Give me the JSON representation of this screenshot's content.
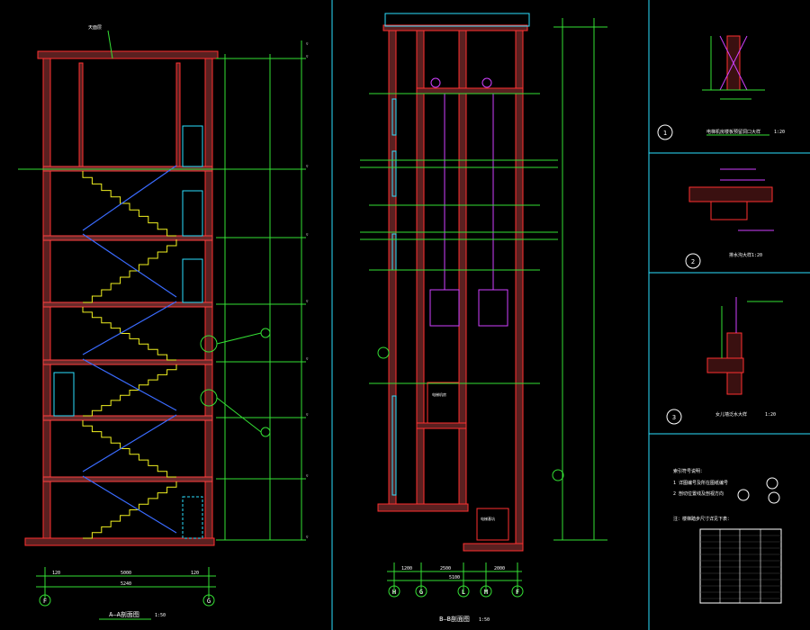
{
  "colors": {
    "background": "#000000",
    "frame": "#2de0ff",
    "wall": "#ff3030",
    "dim": "#34e034",
    "stair": "#f0f020",
    "handrail": "#3a6bff",
    "elevator": "#d040ff",
    "text": "#ffffff"
  },
  "view_a": {
    "title": "A—A剖面图",
    "scale": "1:50",
    "axis_left": "F",
    "axis_right": "G",
    "bottom_dims": [
      "120",
      "5000",
      "120"
    ],
    "total_dim": "5240",
    "top_note": "天面层"
  },
  "view_b": {
    "title": "B—B剖面图",
    "scale": "1:50",
    "axes": [
      "H",
      "G",
      "L",
      "M",
      "F"
    ],
    "bottom_dims": [
      "1200",
      "2500",
      "2000"
    ],
    "total_dim": "5100",
    "pit_note": "电梯基坑",
    "room_note": "电梯机房"
  },
  "details": [
    {
      "number": "1",
      "title": "电梯机房楼板预留洞口大样",
      "scale": "1:20"
    },
    {
      "number": "2",
      "title": "排水沟大样",
      "scale": "1:20"
    },
    {
      "number": "3",
      "title": "女儿墙泛水大样",
      "scale": "1:20"
    }
  ],
  "notes": {
    "heading": "索引符号说明：",
    "lines": [
      "1 详图编号及所在图纸编号",
      "2 剖切位置线及剖视方向"
    ],
    "table_heading": "注：楼梯踏步尺寸详见下表："
  }
}
